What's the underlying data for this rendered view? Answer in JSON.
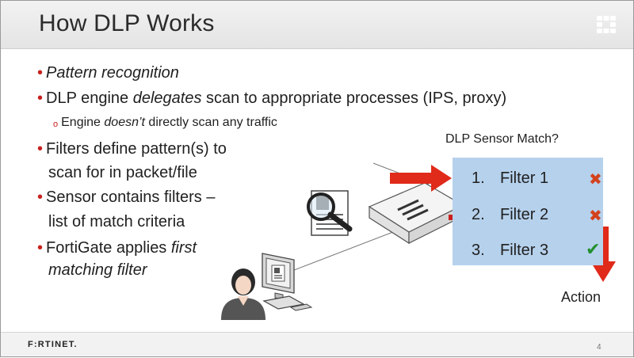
{
  "slide": {
    "title": "How DLP Works",
    "bullets": [
      {
        "parts": [
          {
            "text": "Pattern recognition",
            "italic": true
          }
        ]
      },
      {
        "parts": [
          {
            "text": "DLP engine "
          },
          {
            "text": "delegates",
            "italic": true
          },
          {
            "text": " scan to appropriate processes (IPS, proxy)"
          }
        ]
      },
      {
        "sub": true,
        "parts": [
          {
            "text": "Engine "
          },
          {
            "text": "doesn’t",
            "italic": true
          },
          {
            "text": " directly scan any traffic"
          }
        ]
      },
      {
        "parts": [
          {
            "text": "Filters define pattern(s) to"
          }
        ]
      },
      {
        "continuation": true,
        "parts": [
          {
            "text": "scan for in packet/file"
          }
        ]
      },
      {
        "parts": [
          {
            "text": "Sensor contains filters –"
          }
        ]
      },
      {
        "continuation": true,
        "parts": [
          {
            "text": "list of match criteria"
          }
        ]
      },
      {
        "parts": [
          {
            "text": "FortiGate applies "
          },
          {
            "text": "first",
            "italic": true
          }
        ]
      },
      {
        "continuation": true,
        "parts": [
          {
            "text": "matching filter",
            "italic": true
          }
        ]
      }
    ],
    "sensor_title": "DLP Sensor Match?",
    "filters": [
      {
        "num": "1.",
        "label": "Filter 1",
        "result": "x-mark-icon"
      },
      {
        "num": "2.",
        "label": "Filter 2",
        "result": "x-mark-icon"
      },
      {
        "num": "3.",
        "label": "Filter 3",
        "result": "check-mark-icon"
      }
    ],
    "action_label": "Action",
    "brand": "F:RTINET.",
    "page_number": "4",
    "colors": {
      "accent_red": "#c8201e",
      "filter_box": "#b6d1ec",
      "x_mark": "#d3421f",
      "check_mark": "#22902e"
    }
  }
}
